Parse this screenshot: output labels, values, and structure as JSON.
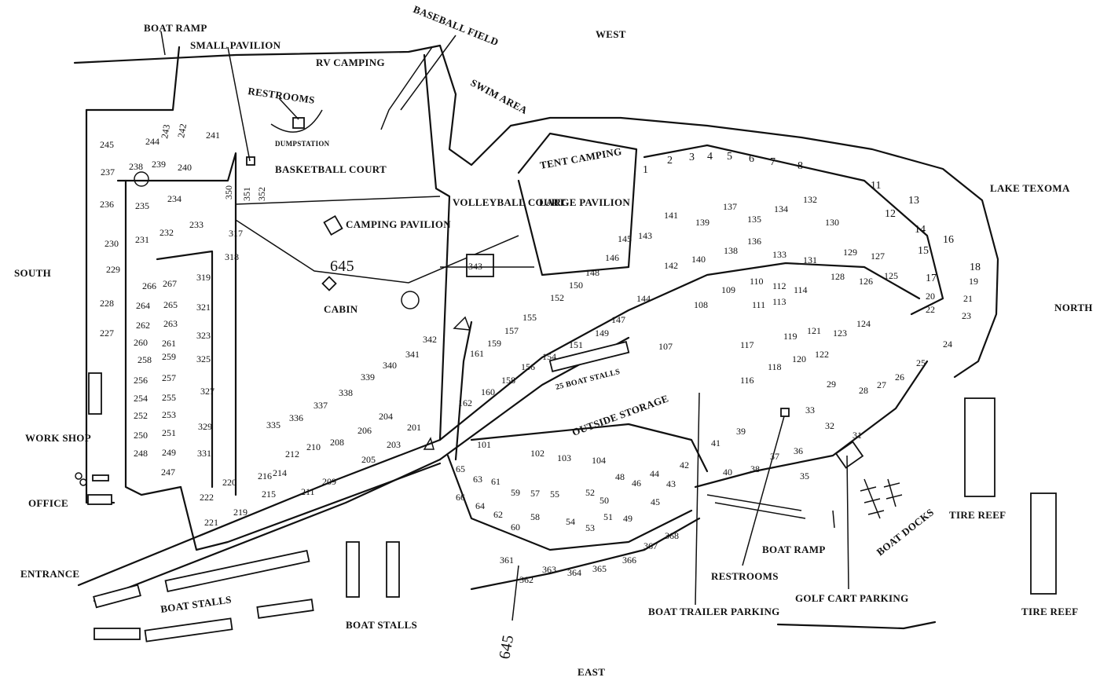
{
  "directions": {
    "west": "WEST",
    "east": "EAST",
    "north": "NORTH",
    "south": "SOUTH"
  },
  "landmarks": {
    "boat_ramp_top": "BOAT RAMP",
    "small_pavilion": "SMALL PAVILION",
    "rv_camping": "RV CAMPING",
    "baseball_field": "BASEBALL FIELD",
    "swim_area": "SWIM AREA",
    "restrooms_top": "RESTROOMS",
    "dumpstation": "DUMPSTATION",
    "basketball_court": "BASKETBALL COURT",
    "tent_camping": "TENT CAMPING",
    "volleyball_court": "VOLLEYBALL COURT",
    "large_pavilion": "LARGE PAVILION",
    "camping_pavilion": "CAMPING PAVILION",
    "cabin": "CABIN",
    "lake_texoma": "LAKE TEXOMA",
    "boat_stalls_25": "25 BOAT STALLS",
    "outside_storage": "OUTSIDE STORAGE",
    "work_shop": "WORK SHOP",
    "office": "OFFICE",
    "entrance": "ENTRANCE",
    "boat_stalls_left": "BOAT STALLS",
    "boat_stalls_mid": "BOAT STALLS",
    "boat_ramp_bottom": "BOAT RAMP",
    "boat_docks": "BOAT DOCKS",
    "restrooms_bottom": "RESTROOMS",
    "golf_cart_parking": "GOLF CART PARKING",
    "boat_trailer_parking": "BOAT TRAILER PARKING",
    "tire_reef_1": "TIRE REEF",
    "tire_reef_2": "TIRE REEF",
    "route_mid": "645",
    "route_bottom": "645"
  },
  "sites": [
    {
      "n": "1"
    },
    {
      "n": "2"
    },
    {
      "n": "3"
    },
    {
      "n": "4"
    },
    {
      "n": "5"
    },
    {
      "n": "6"
    },
    {
      "n": "7"
    },
    {
      "n": "8"
    },
    {
      "n": "11"
    },
    {
      "n": "12"
    },
    {
      "n": "13"
    },
    {
      "n": "14"
    },
    {
      "n": "15"
    },
    {
      "n": "16"
    },
    {
      "n": "17"
    },
    {
      "n": "18"
    },
    {
      "n": "19"
    },
    {
      "n": "20"
    },
    {
      "n": "21"
    },
    {
      "n": "22"
    },
    {
      "n": "23"
    },
    {
      "n": "24"
    },
    {
      "n": "25"
    },
    {
      "n": "26"
    },
    {
      "n": "27"
    },
    {
      "n": "28"
    },
    {
      "n": "29"
    },
    {
      "n": "31"
    },
    {
      "n": "32"
    },
    {
      "n": "33"
    },
    {
      "n": "35"
    },
    {
      "n": "36"
    },
    {
      "n": "37"
    },
    {
      "n": "38"
    },
    {
      "n": "39"
    },
    {
      "n": "40"
    },
    {
      "n": "41"
    },
    {
      "n": "42"
    },
    {
      "n": "43"
    },
    {
      "n": "44"
    },
    {
      "n": "45"
    },
    {
      "n": "46"
    },
    {
      "n": "48"
    },
    {
      "n": "49"
    },
    {
      "n": "50"
    },
    {
      "n": "51"
    },
    {
      "n": "52"
    },
    {
      "n": "53"
    },
    {
      "n": "54"
    },
    {
      "n": "55"
    },
    {
      "n": "57"
    },
    {
      "n": "58"
    },
    {
      "n": "59"
    },
    {
      "n": "60"
    },
    {
      "n": "61"
    },
    {
      "n": "62"
    },
    {
      "n": "63"
    },
    {
      "n": "64"
    },
    {
      "n": "65"
    },
    {
      "n": "66"
    },
    {
      "n": "101"
    },
    {
      "n": "102"
    },
    {
      "n": "103"
    },
    {
      "n": "104"
    },
    {
      "n": "107"
    },
    {
      "n": "108"
    },
    {
      "n": "109"
    },
    {
      "n": "110"
    },
    {
      "n": "111"
    },
    {
      "n": "112"
    },
    {
      "n": "113"
    },
    {
      "n": "114"
    },
    {
      "n": "116"
    },
    {
      "n": "117"
    },
    {
      "n": "118"
    },
    {
      "n": "119"
    },
    {
      "n": "120"
    },
    {
      "n": "121"
    },
    {
      "n": "122"
    },
    {
      "n": "123"
    },
    {
      "n": "124"
    },
    {
      "n": "125"
    },
    {
      "n": "126"
    },
    {
      "n": "127"
    },
    {
      "n": "128"
    },
    {
      "n": "129"
    },
    {
      "n": "130"
    },
    {
      "n": "131"
    },
    {
      "n": "132"
    },
    {
      "n": "133"
    },
    {
      "n": "134"
    },
    {
      "n": "135"
    },
    {
      "n": "136"
    },
    {
      "n": "137"
    },
    {
      "n": "138"
    },
    {
      "n": "139"
    },
    {
      "n": "140"
    },
    {
      "n": "141"
    },
    {
      "n": "142"
    },
    {
      "n": "143"
    },
    {
      "n": "144"
    },
    {
      "n": "145"
    },
    {
      "n": "146"
    },
    {
      "n": "147"
    },
    {
      "n": "148"
    },
    {
      "n": "149"
    },
    {
      "n": "150"
    },
    {
      "n": "151"
    },
    {
      "n": "152"
    },
    {
      "n": "154"
    },
    {
      "n": "155"
    },
    {
      "n": "156"
    },
    {
      "n": "157"
    },
    {
      "n": "158"
    },
    {
      "n": "159"
    },
    {
      "n": "160"
    },
    {
      "n": "161"
    },
    {
      "n": "162"
    },
    {
      "n": "201"
    },
    {
      "n": "203"
    },
    {
      "n": "204"
    },
    {
      "n": "205"
    },
    {
      "n": "206"
    },
    {
      "n": "208"
    },
    {
      "n": "209"
    },
    {
      "n": "210"
    },
    {
      "n": "211"
    },
    {
      "n": "212"
    },
    {
      "n": "214"
    },
    {
      "n": "215"
    },
    {
      "n": "216"
    },
    {
      "n": "219"
    },
    {
      "n": "220"
    },
    {
      "n": "221"
    },
    {
      "n": "222"
    },
    {
      "n": "227"
    },
    {
      "n": "228"
    },
    {
      "n": "229"
    },
    {
      "n": "230"
    },
    {
      "n": "231"
    },
    {
      "n": "232"
    },
    {
      "n": "233"
    },
    {
      "n": "234"
    },
    {
      "n": "235"
    },
    {
      "n": "236"
    },
    {
      "n": "237"
    },
    {
      "n": "238"
    },
    {
      "n": "239"
    },
    {
      "n": "240"
    },
    {
      "n": "241"
    },
    {
      "n": "242"
    },
    {
      "n": "243"
    },
    {
      "n": "244"
    },
    {
      "n": "245"
    },
    {
      "n": "247"
    },
    {
      "n": "248"
    },
    {
      "n": "249"
    },
    {
      "n": "250"
    },
    {
      "n": "251"
    },
    {
      "n": "252"
    },
    {
      "n": "253"
    },
    {
      "n": "254"
    },
    {
      "n": "255"
    },
    {
      "n": "256"
    },
    {
      "n": "257"
    },
    {
      "n": "258"
    },
    {
      "n": "259"
    },
    {
      "n": "260"
    },
    {
      "n": "261"
    },
    {
      "n": "262"
    },
    {
      "n": "263"
    },
    {
      "n": "264"
    },
    {
      "n": "265"
    },
    {
      "n": "266"
    },
    {
      "n": "267"
    },
    {
      "n": "317"
    },
    {
      "n": "318"
    },
    {
      "n": "319"
    },
    {
      "n": "321"
    },
    {
      "n": "323"
    },
    {
      "n": "325"
    },
    {
      "n": "327"
    },
    {
      "n": "329"
    },
    {
      "n": "331"
    },
    {
      "n": "335"
    },
    {
      "n": "336"
    },
    {
      "n": "337"
    },
    {
      "n": "338"
    },
    {
      "n": "339"
    },
    {
      "n": "340"
    },
    {
      "n": "341"
    },
    {
      "n": "342"
    },
    {
      "n": "343"
    },
    {
      "n": "350"
    },
    {
      "n": "351"
    },
    {
      "n": "352"
    },
    {
      "n": "361"
    },
    {
      "n": "362"
    },
    {
      "n": "363"
    },
    {
      "n": "364"
    },
    {
      "n": "365"
    },
    {
      "n": "366"
    },
    {
      "n": "367"
    },
    {
      "n": "368"
    }
  ]
}
